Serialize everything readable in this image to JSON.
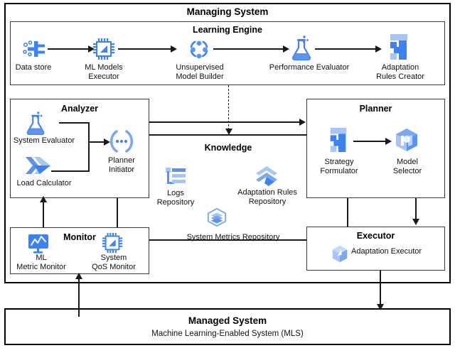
{
  "diagram": {
    "managing_system": {
      "title": "Managing System",
      "learning_engine": {
        "title": "Learning Engine",
        "nodes": [
          {
            "id": "data-store",
            "label": "Data store",
            "icon": "data-store-icon"
          },
          {
            "id": "ml-models-executor",
            "label": "ML Models\nExecutor",
            "icon": "chip-icon"
          },
          {
            "id": "unsupervised-model-builder",
            "label": "Unsupervised\nModel Builder",
            "icon": "cluster-nodes-icon"
          },
          {
            "id": "performance-evaluator",
            "label": "Performance Evaluator",
            "icon": "flask-icon"
          },
          {
            "id": "adaptation-rules-creator",
            "label": "Adaptation\nRules Creator",
            "icon": "strategy-blocks-icon"
          }
        ]
      },
      "analyzer": {
        "title": "Analyzer",
        "nodes": [
          {
            "id": "system-evaluator",
            "label": "System Evaluator",
            "icon": "flask-icon"
          },
          {
            "id": "load-calculator",
            "label": "Load Calculator",
            "icon": "chevrons-icon"
          },
          {
            "id": "planner-initiator",
            "label": "Planner\nInitiator",
            "icon": "brackets-dots-icon"
          }
        ]
      },
      "planner": {
        "title": "Planner",
        "nodes": [
          {
            "id": "strategy-formulator",
            "label": "Strategy\nFormulator",
            "icon": "strategy-blocks-icon"
          },
          {
            "id": "model-selector",
            "label": "Model\nSelector",
            "icon": "cube-model-icon"
          }
        ]
      },
      "monitor": {
        "title": "Monitor",
        "nodes": [
          {
            "id": "ml-metric-monitor",
            "label": "ML\nMetric Monitor",
            "icon": "monitor-chart-icon"
          },
          {
            "id": "system-qos-monitor",
            "label": "System\nQoS Monitor",
            "icon": "chip-icon"
          }
        ]
      },
      "executor": {
        "title": "Executor",
        "nodes": [
          {
            "id": "adaptation-executor",
            "label": "Adaptation Executor",
            "icon": "cube-check-icon"
          }
        ]
      },
      "knowledge": {
        "title": "Knowledge",
        "nodes": [
          {
            "id": "logs-repository",
            "label": "Logs\nRepository",
            "icon": "logs-list-icon"
          },
          {
            "id": "adaptation-rules-repository",
            "label": "Adaptation Rules\nRepository",
            "icon": "chevrons-stack-icon"
          },
          {
            "id": "system-metrics-repository",
            "label": "System Metrics Repository",
            "icon": "layers-hex-icon"
          }
        ]
      }
    },
    "managed_system": {
      "title": "Managed System",
      "subtitle": "Machine Learning-Enabled System (MLS)"
    },
    "colors": {
      "accent_primary": "#3b82f6",
      "accent_light": "#a7c6f7",
      "accent_mid": "#7aa8f0",
      "stroke": "#1a1a1a",
      "frame": "#3a3a3a",
      "background": "#ffffff"
    }
  }
}
